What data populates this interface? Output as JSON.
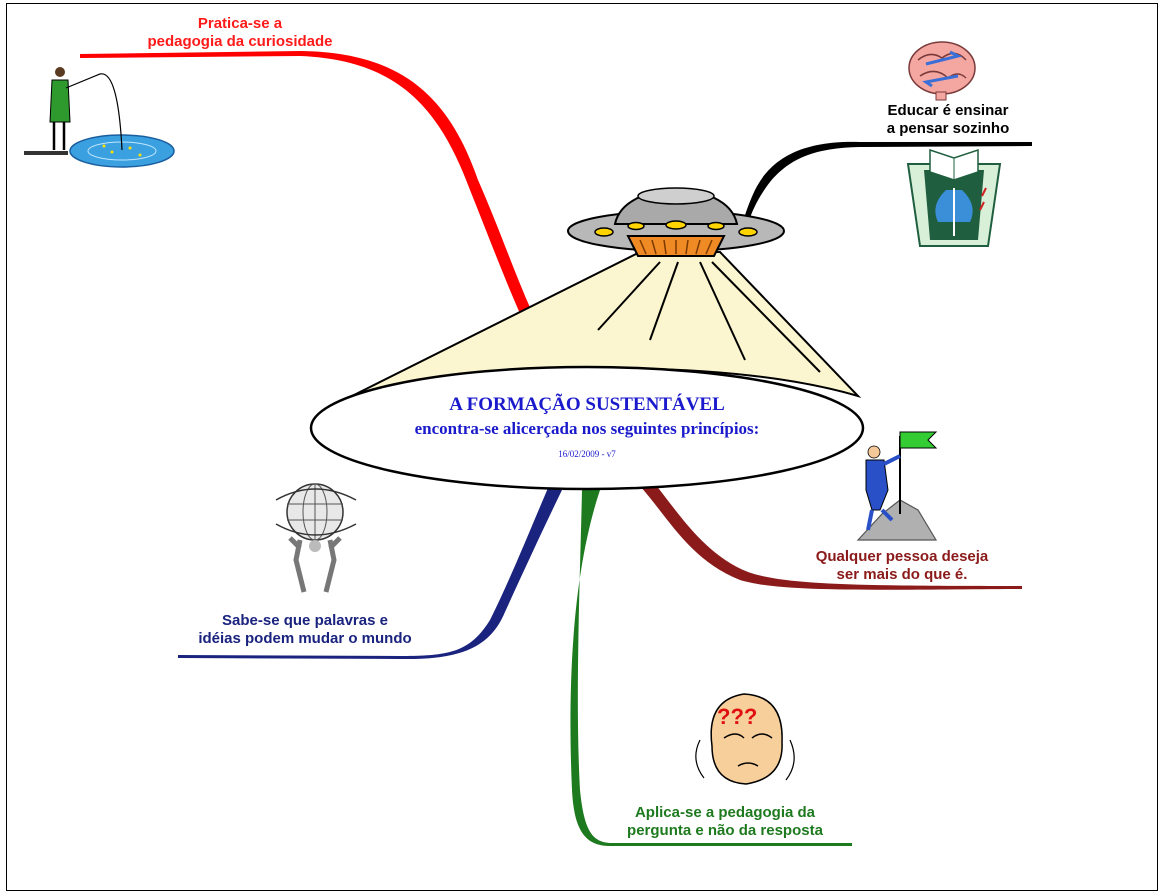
{
  "center": {
    "title": "A FORMAÇÃO SUSTENTÁVEL",
    "subtitle": "encontra-se alicerçada nos seguintes princípios:",
    "version": "16/02/2009 - v7"
  },
  "branches": {
    "curiosity": {
      "line1": "Pratica-se a",
      "line2": "pedagogia da curiosidade",
      "color": "#ff0000",
      "icon": "fishing-woman-icon"
    },
    "think": {
      "line1": "Educar é ensinar",
      "line2": "a pensar sozinho",
      "color": "#000000",
      "icon": "brain-icon"
    },
    "more": {
      "line1": "Qualquer pessoa deseja",
      "line2": "ser mais do que é.",
      "color": "#8b1a1a",
      "icon": "climber-flag-icon"
    },
    "words": {
      "line1": "Sabe-se que palavras e",
      "line2": "idéias podem mudar o mundo",
      "color": "#1a237e",
      "icon": "atlas-globe-icon"
    },
    "question": {
      "line1": "Aplica-se a pedagogia da",
      "line2": "pergunta e não da resposta",
      "color": "#1e7a1e",
      "icon": "question-face-icon"
    }
  }
}
